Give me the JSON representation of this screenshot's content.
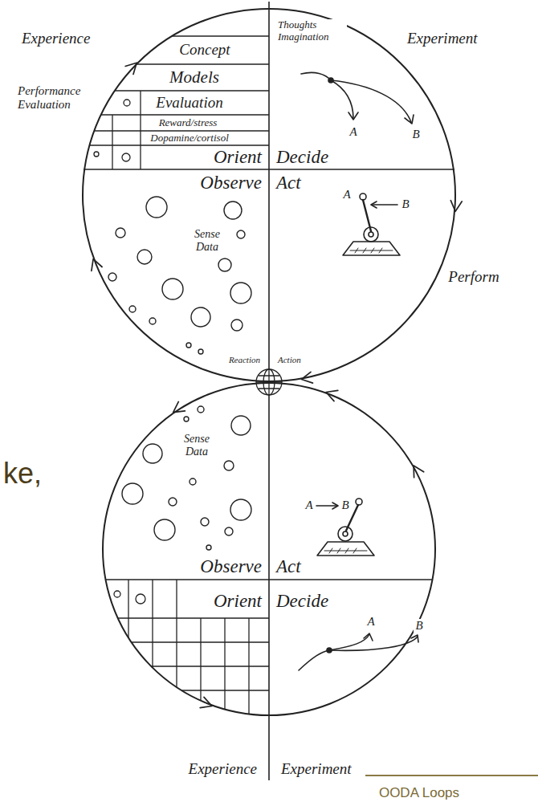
{
  "diagram": {
    "caption": "OODA Loops",
    "nodes": [
      {
        "text": [
          "Concept",
          "Models",
          "Evaluation",
          "Reward/stress",
          "Dopamine/cortisol",
          "Orient",
          "Thoughts Imagination",
          "A",
          "B",
          "Decide",
          "Observe",
          "Sense Data",
          "Act",
          "A",
          "B",
          "Reaction",
          "Action"
        ]
      },
      {
        "text": [
          "Sense Data",
          "Observe",
          "A",
          "B",
          "Act",
          "Orient",
          "Decide",
          "A",
          "B"
        ]
      }
    ],
    "labels": [
      "Experience",
      "Experiment",
      "Performance Evaluation",
      "Perform",
      "ke,",
      "Experience",
      "Experiment"
    ]
  }
}
